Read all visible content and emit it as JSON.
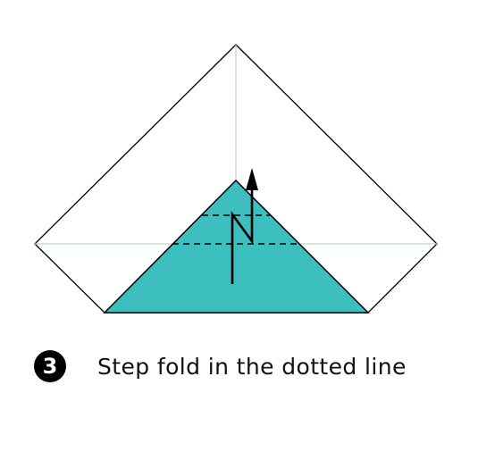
{
  "step": {
    "number": "3",
    "instruction": "Step fold in the dotted line"
  },
  "colors": {
    "paper_fill": "#3dbfc0",
    "outline": "#000000",
    "crease_line": "#c8c8c8",
    "horizontal_crease": "#b8d9b8",
    "background": "#ffffff"
  },
  "icons": [
    "step-number-badge",
    "up-arrow-icon",
    "step-fold-symbol"
  ]
}
